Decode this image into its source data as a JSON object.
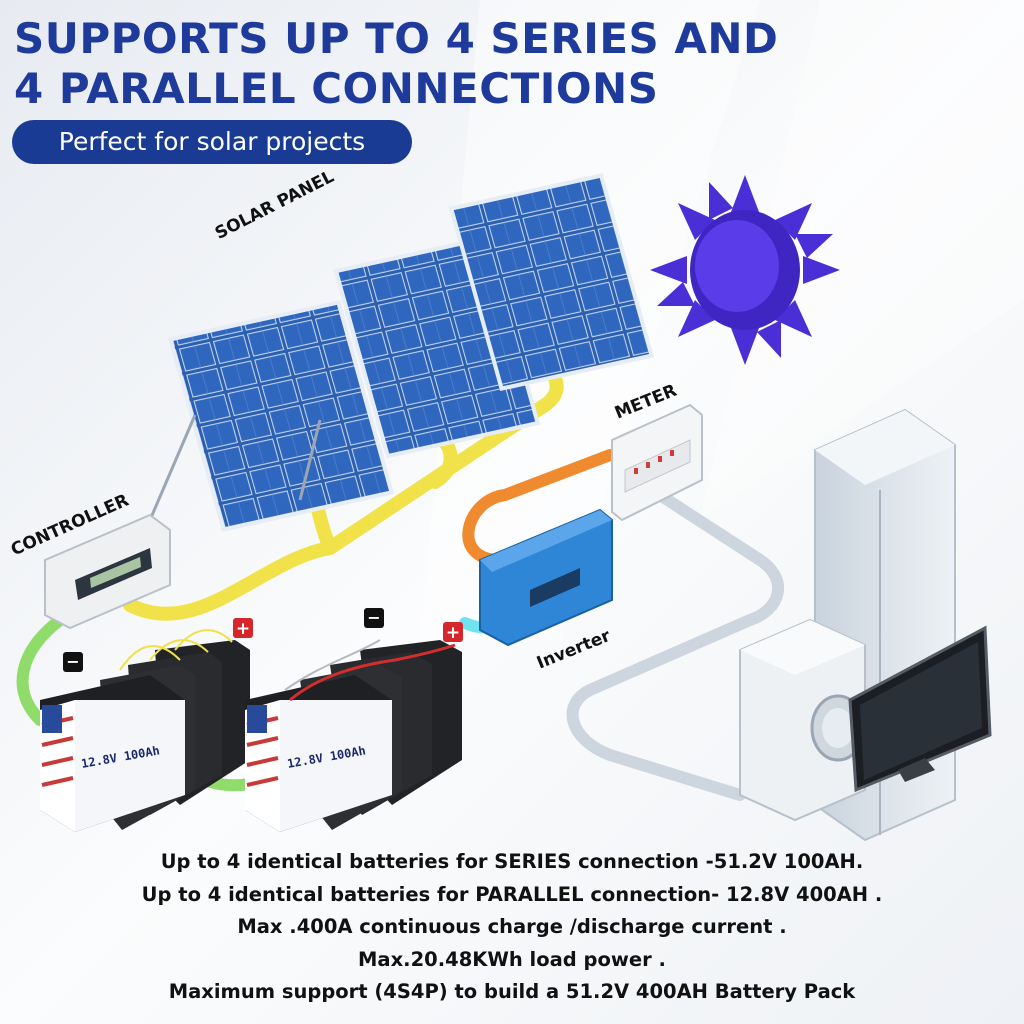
{
  "header": {
    "title_line1": "SUPPORTS UP TO 4 SERIES AND",
    "title_line2": "4 PARALLEL CONNECTIONS",
    "subtitle": "Perfect for solar projects"
  },
  "diagram_labels": {
    "solar_panel": "SOLAR PANEL",
    "controller": "CONTROLLER",
    "meter": "METER",
    "inverter": "Inverter"
  },
  "batteries": {
    "spec_text": "12.8V 100Ah",
    "negative_symbol": "−",
    "positive_symbol": "+"
  },
  "features": [
    "Up to 4 identical batteries for SERIES connection -51.2V  100AH.",
    "Up to 4 identical batteries for PARALLEL connection- 12.8V 400AH .",
    "Max .400A continuous charge /discharge current .",
    "Max.20.48KWh load power .",
    "Maximum support (4S4P) to build a 51.2V 400AH Battery Pack"
  ],
  "colors": {
    "title": "#1e3a9a",
    "pill_bg": "#193b93",
    "sun": "#4b2fd6",
    "panel": "#2b5fb0",
    "cable_yellow": "#f2e24a",
    "cable_green": "#8fdc6a",
    "cable_orange": "#f08a2e",
    "cable_cyan": "#6fe3f0",
    "inverter": "#2f86d6"
  }
}
